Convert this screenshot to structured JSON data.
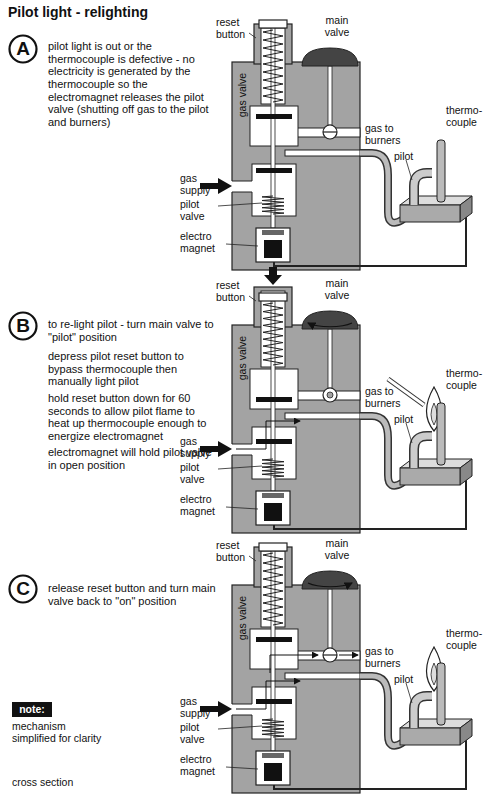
{
  "diagram": {
    "title": "Pilot light - relighting",
    "nodes": [
      {
        "text": [
          "A"
        ]
      },
      {
        "text": [
          "B"
        ]
      },
      {
        "text": [
          "C"
        ]
      },
      {
        "text": [
          "note:"
        ]
      }
    ],
    "labels": [
      "pilot light is out or the thermocouple is defective - no electricity is generated by the thermocouple so the electromagnet releases the pilot valve (shutting off gas to the pilot and burners)",
      "reset button",
      "main valve",
      "gas valve",
      "gas to burners",
      "thermo- couple",
      "pilot",
      "gas supply",
      "pilot valve",
      "electro magnet",
      "to re-light pilot - turn main valve to \"pilot\" position",
      "depress pilot reset button to bypass thermocouple then manually light pilot",
      "hold reset button down for 60 seconds to allow pilot flame to heat up thermocouple enough to energize electromagnet",
      "electromagnet will hold pilot valve in open position",
      "reset button",
      "main valve",
      "gas valve",
      "gas to burners",
      "thermo- couple",
      "pilot",
      "gas supply",
      "pilot valve",
      "electro magnet",
      "release reset button and turn main valve back to \"on\" position",
      "reset button",
      "main valve",
      "gas valve",
      "gas to burners",
      "thermo- couple",
      "pilot",
      "gas supply",
      "pilot valve",
      "electro magnet",
      "mechanism simplified for clarity",
      "cross section"
    ]
  }
}
